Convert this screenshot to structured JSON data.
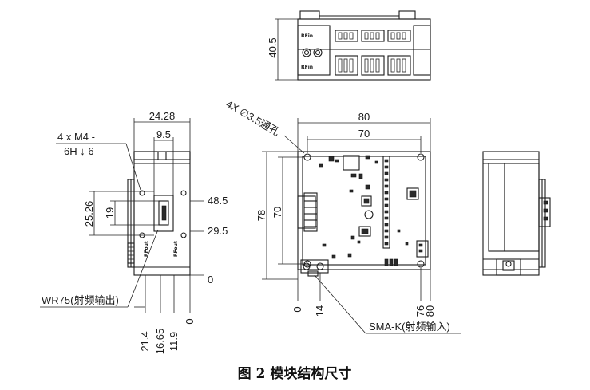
{
  "caption": "图 2  模块结构尺寸",
  "top_view": {
    "height_dim": "40.5",
    "labels": [
      "RFin",
      "RFin"
    ]
  },
  "left_view": {
    "width_dim": "24.28",
    "inner_dim": "9.5",
    "hole_note_line1": "4 x  M4 -",
    "hole_note_line2": "6H ↓ 6",
    "vert_dims": [
      "25.26",
      "19"
    ],
    "right_dims": [
      "48.5",
      "29.5",
      "0"
    ],
    "bottom_dims": [
      "21.4",
      "16.65",
      "11.9",
      "0"
    ],
    "connector_label": "WR75(射频输出)",
    "board_label": "RFout"
  },
  "front_view": {
    "hole_note": "4X ∅3.5通孔",
    "width_outer": "80",
    "width_inner": "70",
    "height_outer": "78",
    "height_inner": "70",
    "bottom_dims": [
      "0",
      "14",
      "76",
      "80"
    ],
    "connector_label": "SMA-K(射频输入)"
  }
}
